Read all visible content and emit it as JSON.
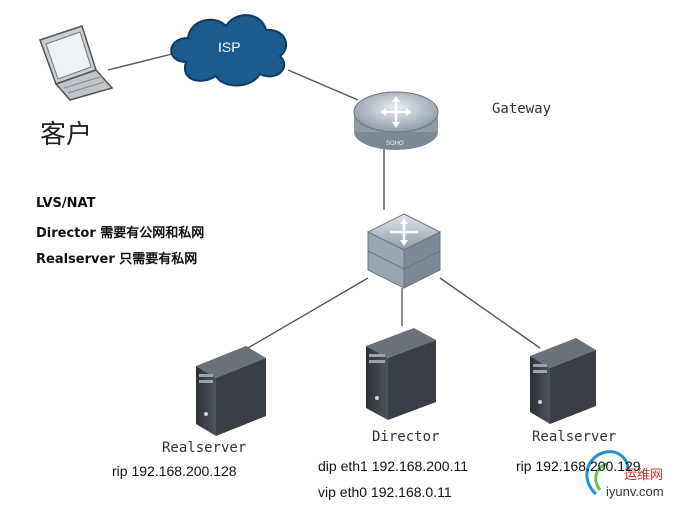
{
  "client": {
    "label": "客户"
  },
  "isp": {
    "label": "ISP"
  },
  "gateway": {
    "label": "Gateway",
    "router_text": "SOHO"
  },
  "notes": [
    "LVS/NAT",
    "Director 需要有公网和私网",
    "Realserver 只需要有私网"
  ],
  "servers": {
    "left": {
      "name": "Realserver",
      "line1": "rip  192.168.200.128"
    },
    "center": {
      "name": "Director",
      "line1": "dip eth1 192.168.200.11",
      "line2": "vip eth0 192.168.0.11"
    },
    "right": {
      "name": "Realserver",
      "line1": "rip 192.168.200.129"
    }
  },
  "watermark": {
    "line1": "运维网",
    "line2": "iyunv.com"
  },
  "colors": {
    "cloud": "#1b5a8c",
    "device": "#9aa5b1",
    "server": "#3a3f45",
    "line": "#555555"
  }
}
